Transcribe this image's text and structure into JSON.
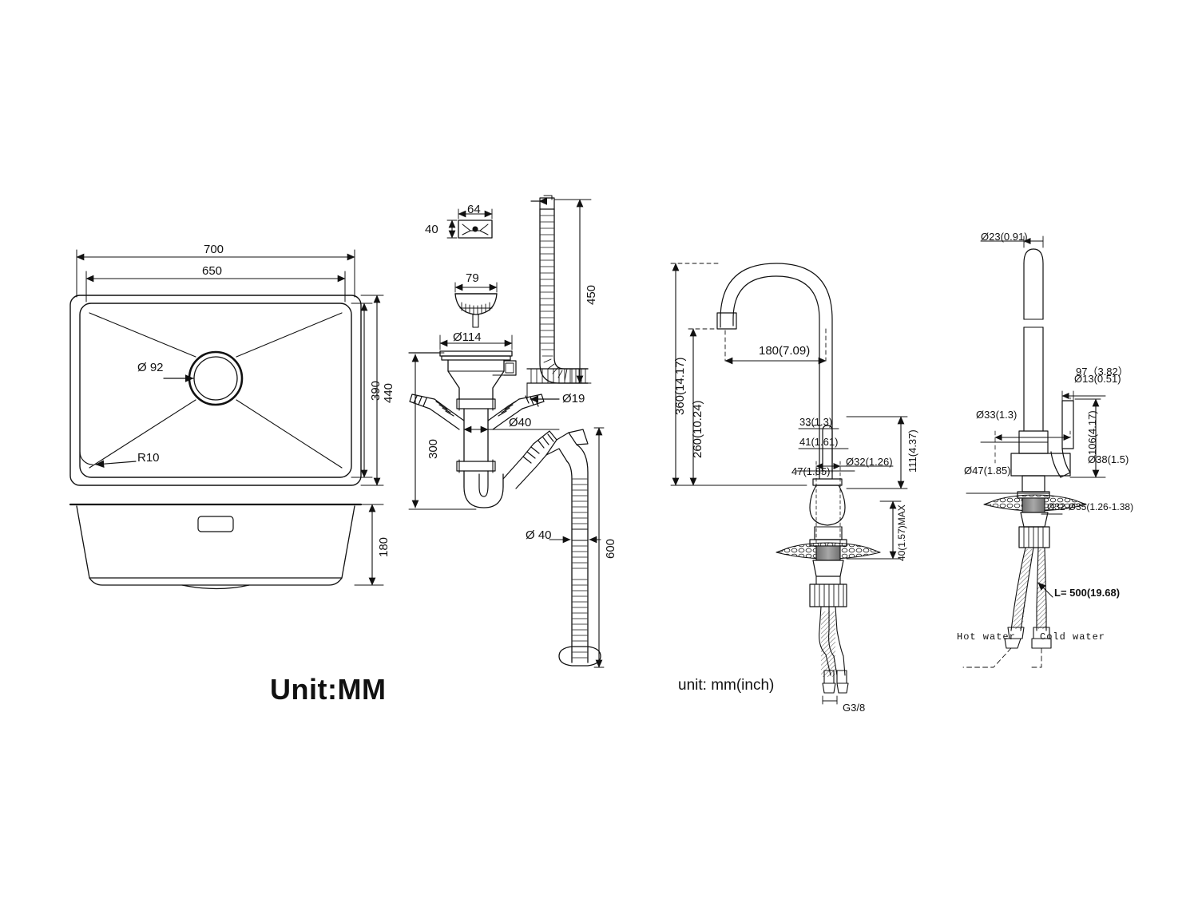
{
  "document": {
    "type": "technical-dimension-drawing",
    "subject": "Undermount kitchen sink with drain assembly and two faucet views",
    "units_note_left": "Unit:MM",
    "units_note_right": "unit: mm(inch)",
    "line_color": "#111111",
    "background_color": "#ffffff"
  },
  "sink_top_view": {
    "name": "Sink top view",
    "dimensions": {
      "outer_width": "700",
      "inner_width": "650",
      "outer_depth": "440",
      "inner_depth": "390",
      "drain_hole_diameter": "Ø 92",
      "corner_radius": "R10"
    }
  },
  "sink_side_view": {
    "name": "Sink side / section view",
    "dimensions": {
      "bowl_depth": "180"
    }
  },
  "drain_assembly": {
    "name": "Waste and overflow assembly",
    "overflow_cover": {
      "width": "64",
      "height": "40"
    },
    "strainer_basket": {
      "diameter": "79"
    },
    "flange": {
      "diameter": "Ø114"
    },
    "overflow_hose": {
      "length": "450",
      "connector_diameter": "Ø19"
    },
    "trap": {
      "pipe_diameter": "Ø40",
      "height_to_trap": "300"
    },
    "outlet_hose": {
      "length": "600",
      "diameter": "Ø 40"
    }
  },
  "faucet_front_view": {
    "name": "Faucet front elevation",
    "dimensions": {
      "overall_height": "360(14.17)",
      "spout_height": "260(10.24)",
      "spout_reach": "180(7.09)",
      "lever_offset": "33(1.3)",
      "body_offset_mid": "41(1.61)",
      "base_offset": "47(1.85)",
      "shank_diameter": "Ø32(1.26)",
      "body_height": "111(4.37)",
      "deck_thickness_max": "40(1.57)MAX",
      "supply_thread": "G3/8"
    }
  },
  "faucet_side_view": {
    "name": "Faucet side elevation",
    "dimensions": {
      "spout_diameter": "Ø23(0.91)",
      "handle_reach": "97（3.82）",
      "handle_diameter": "Ø13(0.51)",
      "body_diameter": "Ø33(1.3)",
      "handle_height": "106(4.17)",
      "cap_diameter": "Ø38(1.5)",
      "base_diameter": "Ø47(1.85)",
      "mount_hole_range": "Ø32-Ø35(1.26-1.38)",
      "hose_length": "L= 500(19.68)"
    },
    "hose_labels": {
      "hot": "Hot water",
      "cold": "Cold water"
    }
  }
}
